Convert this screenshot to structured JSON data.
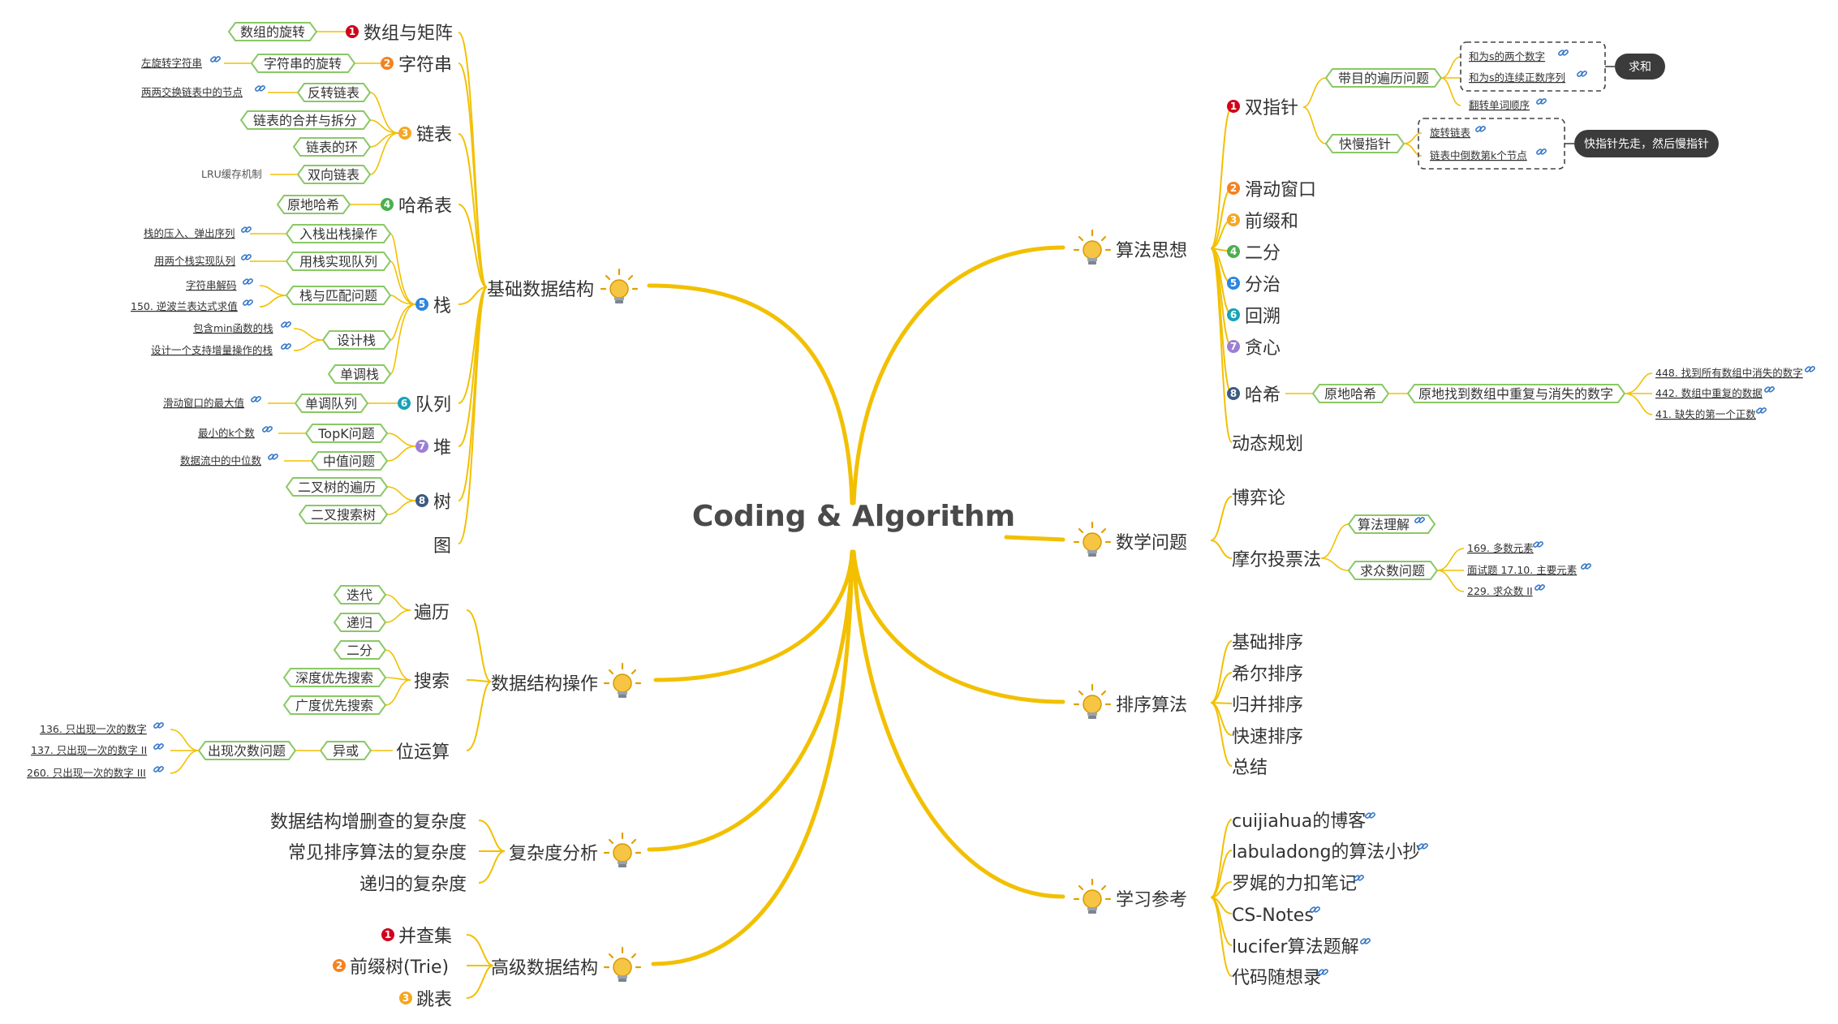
{
  "root": {
    "title": "Coding & Algorithm"
  },
  "colors": {
    "branch": "#f2c000",
    "box_border": "#8ac866",
    "bulb": "#f6c544"
  },
  "left": {
    "basic": {
      "label": "基础数据结构",
      "groups": [
        {
          "num": "1",
          "label": "数组与矩阵",
          "items": [
            "数组的旋转"
          ]
        },
        {
          "num": "2",
          "label": "字符串",
          "items": [
            "字符串的旋转"
          ],
          "leaves": [
            "左旋转字符串"
          ]
        },
        {
          "num": "3",
          "label": "链表",
          "items": [
            "反转链表",
            "链表的合并与拆分",
            "链表的环",
            "双向链表"
          ],
          "leaves": [
            "两两交换链表中的节点"
          ],
          "plain": "LRU缓存机制"
        },
        {
          "num": "4",
          "label": "哈希表",
          "items": [
            "原地哈希"
          ]
        },
        {
          "num": "5",
          "label": "栈",
          "items": [
            "入栈出栈操作",
            "用栈实现队列",
            "栈与匹配问题",
            "设计栈",
            "单调栈"
          ],
          "leaves": [
            "栈的压入、弹出序列",
            "用两个栈实现队列",
            "字符串解码",
            "150. 逆波兰表达式求值",
            "包含min函数的栈",
            "设计一个支持增量操作的栈"
          ]
        },
        {
          "num": "6",
          "label": "队列",
          "items": [
            "单调队列"
          ],
          "leaves": [
            "滑动窗口的最大值"
          ]
        },
        {
          "num": "7",
          "label": "堆",
          "items": [
            "TopK问题",
            "中值问题"
          ],
          "leaves": [
            "最小的k个数",
            "数据流中的中位数"
          ]
        },
        {
          "num": "8",
          "label": "树",
          "items": [
            "二叉树的遍历",
            "二叉搜索树"
          ]
        },
        {
          "num": "",
          "label": "图",
          "items": []
        }
      ]
    },
    "ops": {
      "label": "数据结构操作",
      "groups": [
        {
          "label": "遍历",
          "items": [
            "迭代",
            "递归"
          ]
        },
        {
          "label": "搜索",
          "items": [
            "二分",
            "深度优先搜索",
            "广度优先搜索"
          ]
        },
        {
          "label": "位运算",
          "items": [
            "异或",
            "出现次数问题"
          ],
          "leaves": [
            "136. 只出现一次的数字",
            "137. 只出现一次的数字 II",
            "260. 只出现一次的数字 III"
          ]
        }
      ]
    },
    "complexity": {
      "label": "复杂度分析",
      "items": [
        "数据结构增删查的复杂度",
        "常见排序算法的复杂度",
        "递归的复杂度"
      ]
    },
    "advanced": {
      "label": "高级数据结构",
      "items": [
        {
          "num": "1",
          "label": "并查集"
        },
        {
          "num": "2",
          "label": "前缀树(Trie)"
        },
        {
          "num": "3",
          "label": "跳表"
        }
      ]
    }
  },
  "right": {
    "algo": {
      "label": "算法思想",
      "two_pointer": {
        "num": "1",
        "label": "双指针",
        "target": {
          "label": "带目的遍历问题",
          "leaves": [
            "和为s的两个数字",
            "和为s的连续正数序列",
            "翻转单词顺序"
          ],
          "callout": "求和"
        },
        "fastslow": {
          "label": "快慢指针",
          "leaves": [
            "旋转链表",
            "链表中倒数第k个节点"
          ],
          "callout": "快指针先走，然后慢指针"
        }
      },
      "items": [
        {
          "num": "2",
          "label": "滑动窗口"
        },
        {
          "num": "3",
          "label": "前缀和"
        },
        {
          "num": "4",
          "label": "二分"
        },
        {
          "num": "5",
          "label": "分治"
        },
        {
          "num": "6",
          "label": "回溯"
        },
        {
          "num": "7",
          "label": "贪心"
        }
      ],
      "hash": {
        "num": "8",
        "label": "哈希",
        "box1": "原地哈希",
        "box2": "原地找到数组中重复与消失的数字",
        "leaves": [
          "448. 找到所有数组中消失的数字",
          "442. 数组中重复的数据",
          "41. 缺失的第一个正数"
        ]
      },
      "dp": "动态规划"
    },
    "math": {
      "label": "数学问题",
      "game": "博弈论",
      "moore": {
        "label": "摩尔投票法",
        "box1": "算法理解",
        "box2": "求众数问题",
        "leaves": [
          "169. 多数元素",
          "面试题 17.10. 主要元素",
          "229. 求众数 II"
        ]
      }
    },
    "sort": {
      "label": "排序算法",
      "items": [
        "基础排序",
        "希尔排序",
        "归并排序",
        "快速排序",
        "总结"
      ]
    },
    "ref": {
      "label": "学习参考",
      "items": [
        "cuijiahua的博客",
        "labuladong的算法小抄",
        "罗娓的力扣笔记",
        "CS-Notes",
        "lucifer算法题解",
        "代码随想录"
      ]
    }
  }
}
